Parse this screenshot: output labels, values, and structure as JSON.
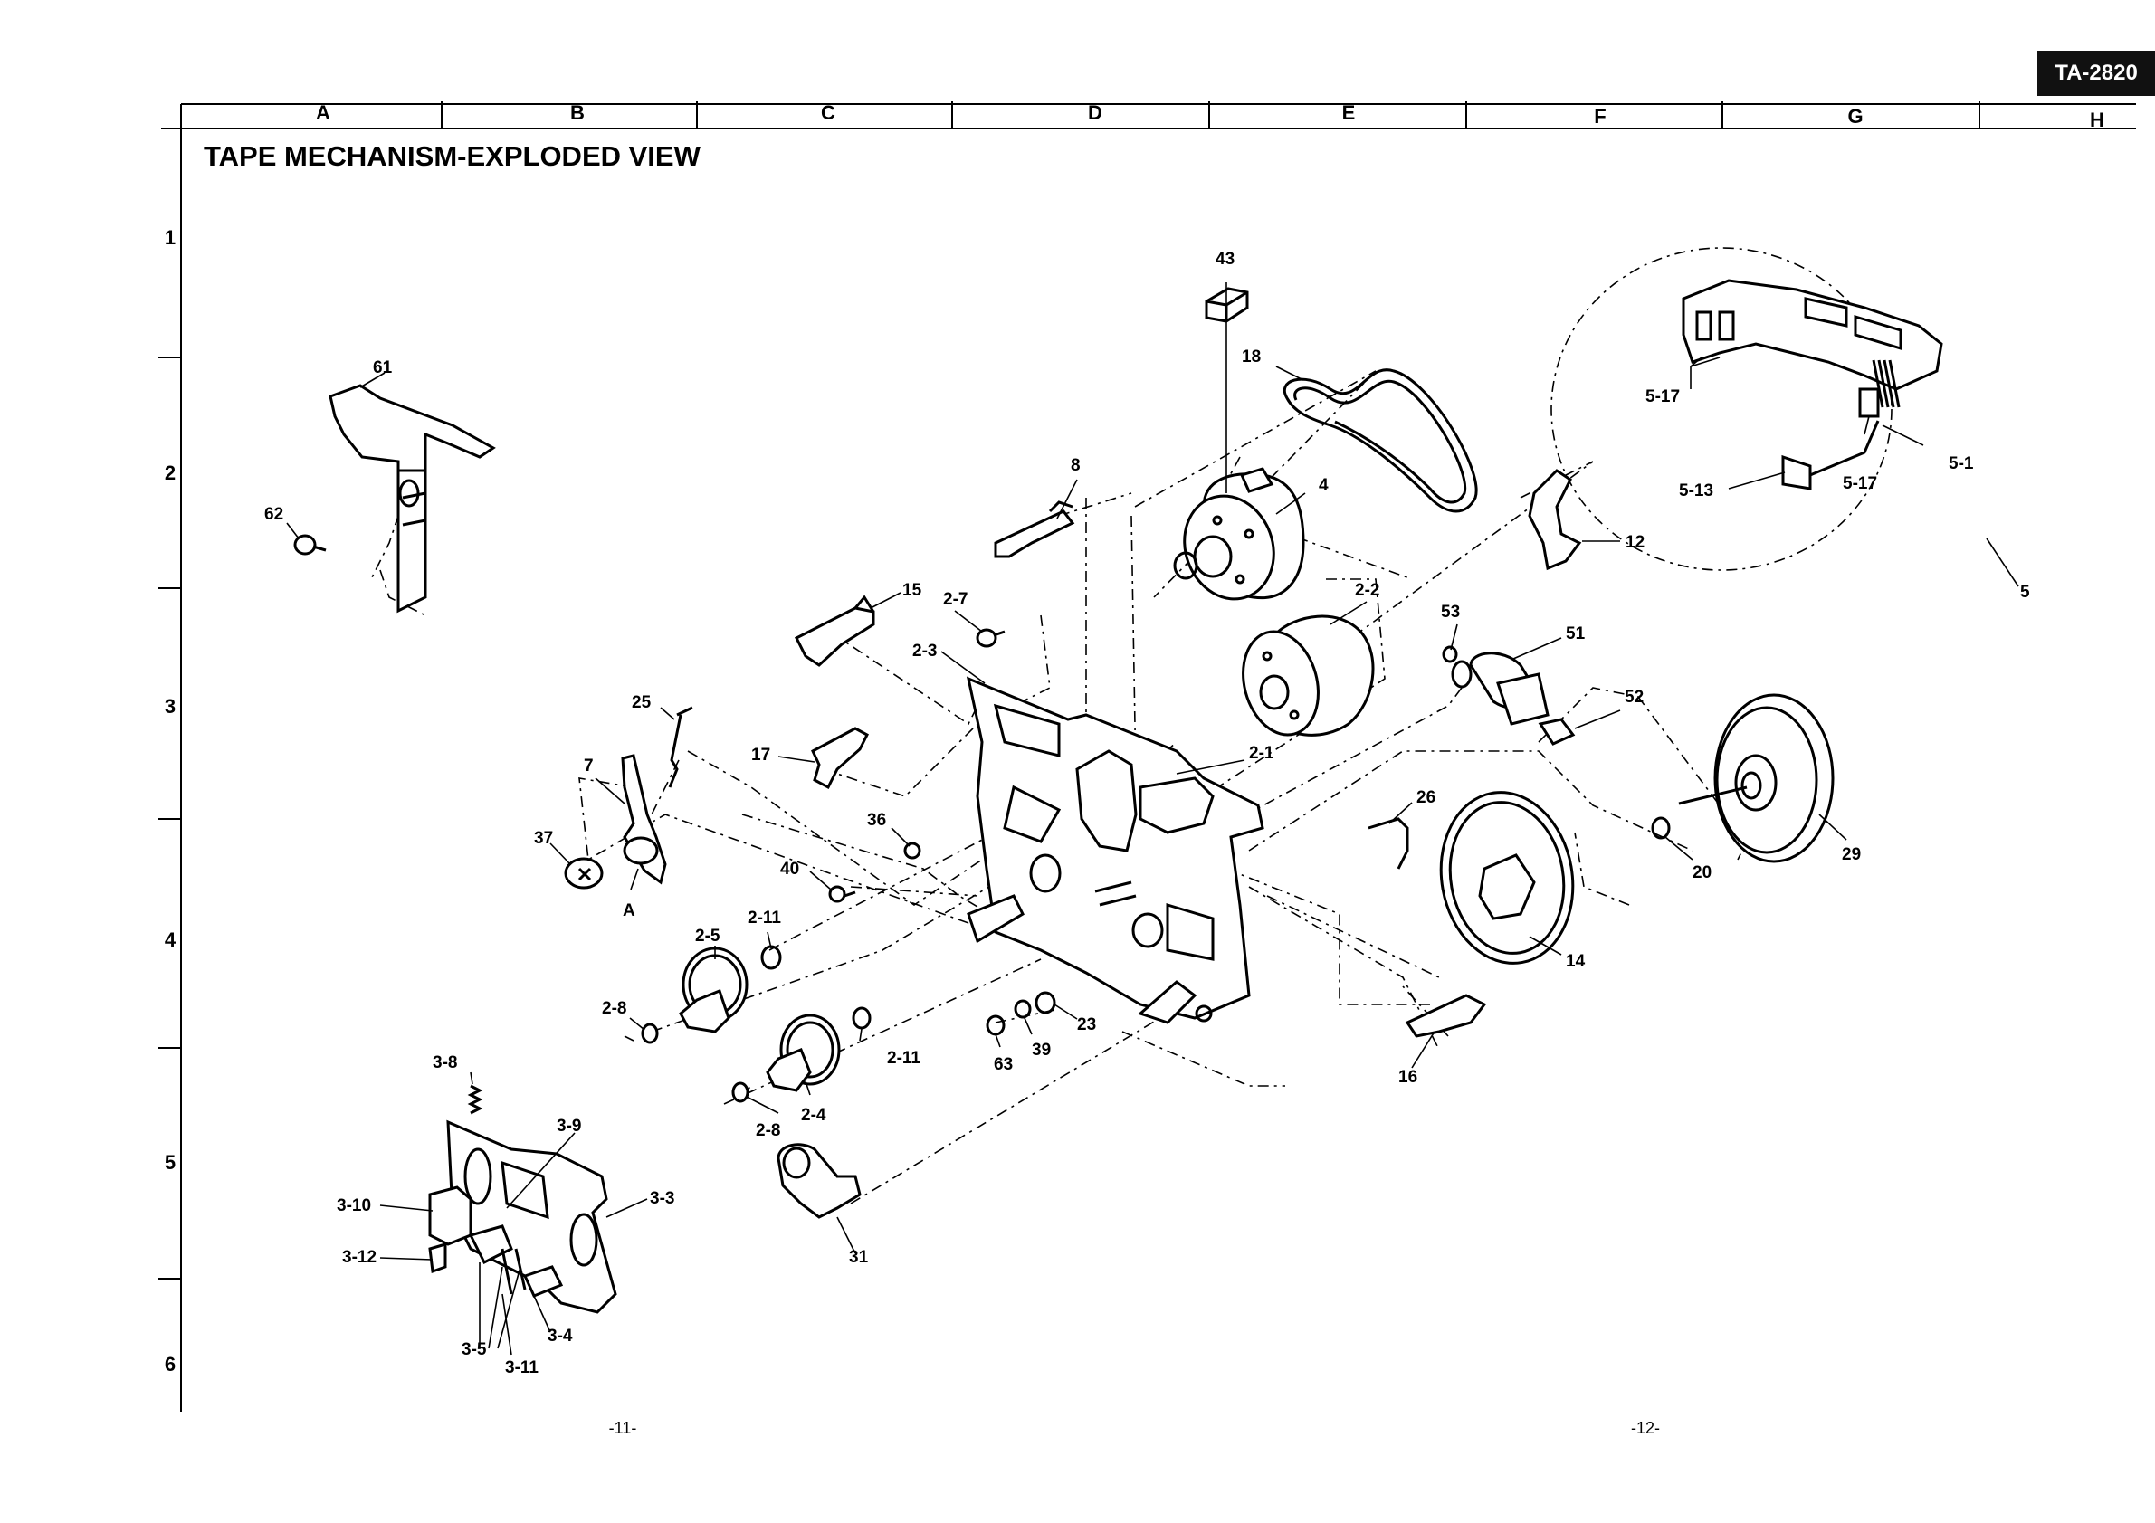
{
  "header": {
    "model": "TA-2820",
    "title": "TAPE  MECHANISM-EXPLODED VIEW"
  },
  "grid": {
    "columns": [
      "A",
      "B",
      "C",
      "D",
      "E",
      "F",
      "G",
      "H"
    ],
    "rows": [
      "1",
      "2",
      "3",
      "4",
      "5",
      "6"
    ]
  },
  "footer": {
    "left_page": "-11-",
    "right_page": "-12-"
  },
  "parts": {
    "p43": "43",
    "p18": "18",
    "p4": "4",
    "p8": "8",
    "p15": "15",
    "p2_7": "2-7",
    "p2_3": "2-3",
    "p2_2": "2-2",
    "p2_1": "2-1",
    "p53": "53",
    "p51": "51",
    "p52": "52",
    "p12": "12",
    "p5_17a": "5-17",
    "p5_17b": "5-17",
    "p5_13": "5-13",
    "p5_1": "5-1",
    "p5": "5",
    "p61": "61",
    "p62": "62",
    "p25": "25",
    "p7": "7",
    "p37": "37",
    "pA": "A",
    "p17": "17",
    "p36": "36",
    "p40": "40",
    "p2_11a": "2-11",
    "p2_5": "2-5",
    "p2_8a": "2-8",
    "p2_4": "2-4",
    "p2_11b": "2-11",
    "p2_8b": "2-8",
    "p63": "63",
    "p39": "39",
    "p23": "23",
    "p26": "26",
    "p14": "14",
    "p16": "16",
    "p20": "20",
    "p29": "29",
    "p31": "31",
    "p3_8": "3-8",
    "p3_9": "3-9",
    "p3_3": "3-3",
    "p3_10": "3-10",
    "p3_12": "3-12",
    "p3_5": "3-5",
    "p3_11": "3-11",
    "p3_4": "3-4"
  }
}
